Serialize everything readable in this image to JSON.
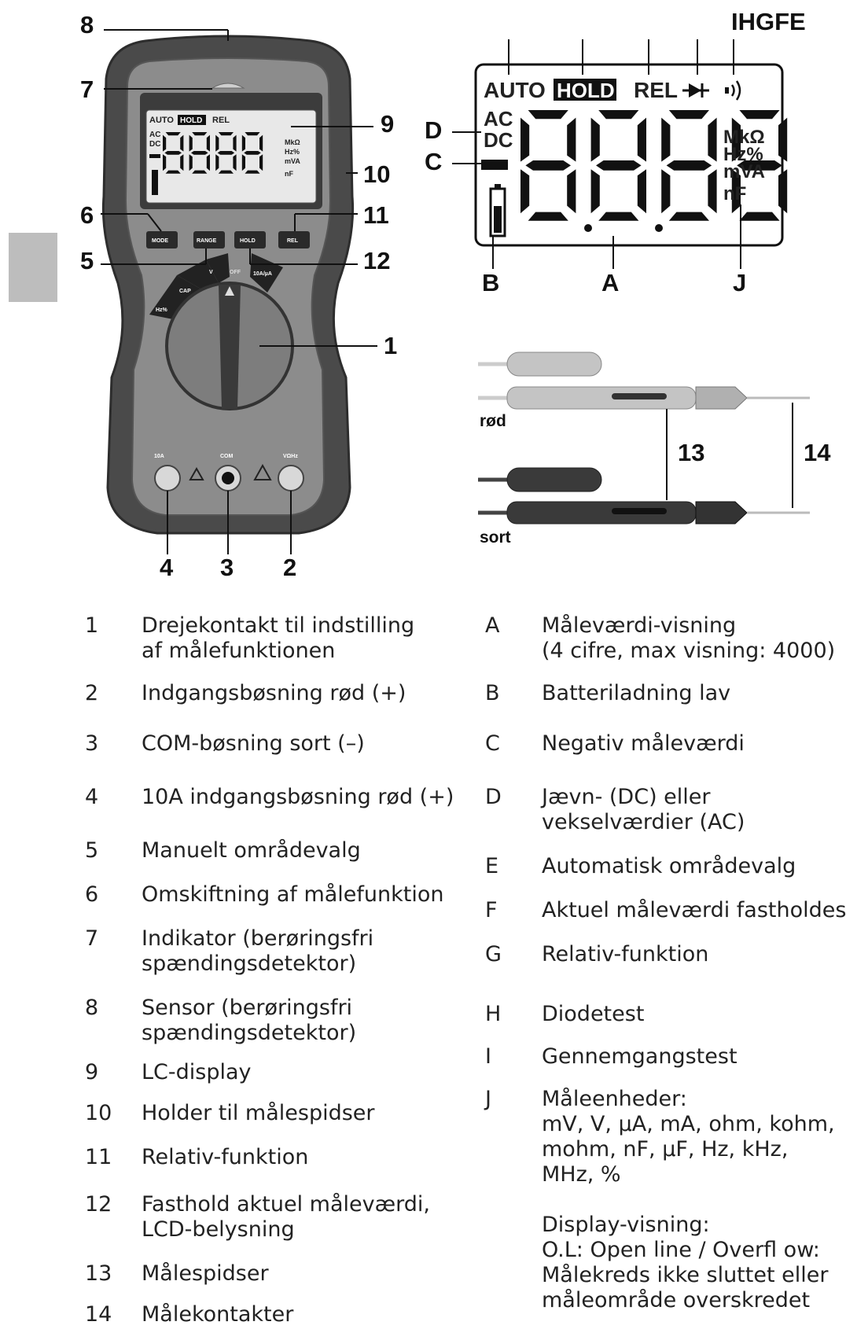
{
  "callouts": {
    "meter": [
      "8",
      "7",
      "9",
      "10",
      "6",
      "11",
      "5",
      "12",
      "1",
      "4",
      "3",
      "2"
    ],
    "display": [
      "IHGFE",
      "D",
      "C",
      "B",
      "A",
      "J"
    ],
    "probes": [
      "13",
      "14"
    ]
  },
  "meter_labels": {
    "buttons": [
      "MODE",
      "RANGE",
      "HOLD",
      "REL"
    ],
    "dial": [
      "OFF",
      "V",
      "10A/µA",
      "CAP",
      "Hz%"
    ],
    "jacks": [
      "10A",
      "COM",
      "VΩHz"
    ]
  },
  "lcd": {
    "auto": "AUTO",
    "hold": "HOLD",
    "rel": "REL",
    "ac": "AC",
    "dc": "DC",
    "units": [
      "MkΩ",
      "Hz%",
      "mVA",
      "nF"
    ]
  },
  "probe_labels": {
    "red": "rød",
    "black": "sort"
  },
  "legend_left": [
    {
      "num": "1",
      "text": "Drejekontakt til indstilling\naf målefunktionen"
    },
    {
      "num": "2",
      "text": "Indgangsbøsning rød (+)"
    },
    {
      "num": "3",
      "text": "COM-bøsning sort (–)"
    },
    {
      "num": "4",
      "text": "10A indgangsbøsning rød (+)"
    },
    {
      "num": "5",
      "text": "Manuelt områdevalg"
    },
    {
      "num": "6",
      "text": "Omskiftning af målefunktion"
    },
    {
      "num": "7",
      "text": "Indikator (berøringsfri\nspændingsdetektor)"
    },
    {
      "num": "8",
      "text": "Sensor (berøringsfri\nspændingsdetektor)"
    },
    {
      "num": "9",
      "text": "LC-display"
    },
    {
      "num": "10",
      "text": "Holder til målespidser"
    },
    {
      "num": "11",
      "text": "Relativ-funktion"
    },
    {
      "num": "12",
      "text": "Fasthold aktuel måleværdi,\nLCD-belysning"
    },
    {
      "num": "13",
      "text": "Målespidser"
    },
    {
      "num": "14",
      "text": "Målekontakter"
    }
  ],
  "legend_right": [
    {
      "num": "A",
      "text": "Måleværdi-visning\n(4 cifre, max visning: 4000)"
    },
    {
      "num": "B",
      "text": "Batteriladning lav"
    },
    {
      "num": "C",
      "text": "Negativ måleværdi"
    },
    {
      "num": "D",
      "text": "Jævn- (DC) eller\nvekselværdier (AC)"
    },
    {
      "num": "E",
      "text": "Automatisk områdevalg"
    },
    {
      "num": "F",
      "text": "Aktuel måleværdi fastholdes"
    },
    {
      "num": "G",
      "text": "Relativ-funktion"
    },
    {
      "num": "H",
      "text": "Diodetest"
    },
    {
      "num": "I",
      "text": "Gennemgangstest"
    },
    {
      "num": "J",
      "text": "Måleenheder:\nmV, V, µA, mA, ohm, kohm,\nmohm, nF, µF, Hz, kHz,\nMHz, %\n\nDisplay-visning:\nO.L: Open line / Overfl ow:\nMålekreds ikke sluttet eller\nmåleområde overskredet"
    }
  ]
}
